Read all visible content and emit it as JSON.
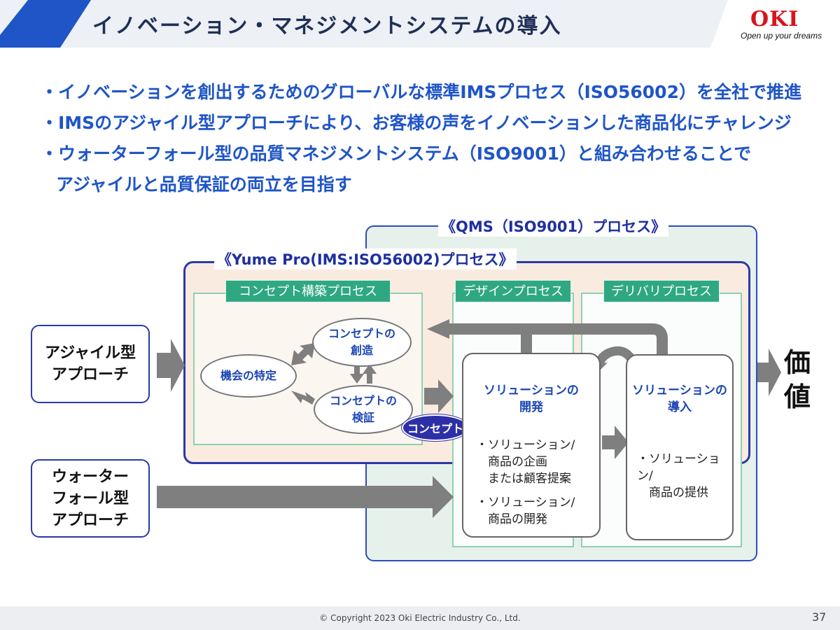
{
  "header": {
    "title": "イノベーション・マネジメントシステムの導入",
    "logo_text": "OKI",
    "logo_tagline": "Open up your dreams"
  },
  "bullets": [
    "・イノベーションを創出するためのグローバルな標準IMSプロセス（ISO56002）を全社で推進",
    "・IMSのアジャイル型アプローチにより、お客様の声をイノベーションした商品化にチャレンジ",
    "・ウォーターフォール型の品質マネジメントシステム（ISO9001）と組み合わせることで",
    "アジャイルと品質保証の両立を目指す"
  ],
  "diagram": {
    "qms_label": "《QMS（ISO9001）プロセス》",
    "yume_label": "《Yume Pro(IMS:ISO56002)プロセス》",
    "phases": {
      "concept": "コンセプト構築プロセス",
      "design": "デザインプロセス",
      "delivery": "デリバリプロセス"
    },
    "cycle": {
      "identify": "機会の特定",
      "create": "コンセプトの\n創造",
      "verify": "コンセプトの\n検証"
    },
    "concept_badge": "コンセプト",
    "solution_dev": {
      "title": "ソリューションの\n開発",
      "item1": "・ソリューション/\n　商品の企画\n　または顧客提案",
      "item2": "・ソリューション/\n　商品の開発"
    },
    "solution_intro": {
      "title": "ソリューションの\n導入",
      "item1": "・ソリューション/\n　商品の提供"
    },
    "approaches": {
      "agile": "アジャイル型\nアプローチ",
      "waterfall": "ウォーター\nフォール型\nアプローチ"
    },
    "value": "価\n値"
  },
  "footer": {
    "copyright": "© Copyright 2023 Oki Electric Industry Co., Ltd.",
    "page_number": "37"
  },
  "colors": {
    "title_text": "#1f2f57",
    "header_accent": "#1f55c7",
    "logo_red": "#d8141c",
    "bullet_text": "#1f55c7",
    "phase_header": "#2fa882",
    "ims_border": "#2b3aa8",
    "arrow_gray": "#7f7f7f"
  }
}
